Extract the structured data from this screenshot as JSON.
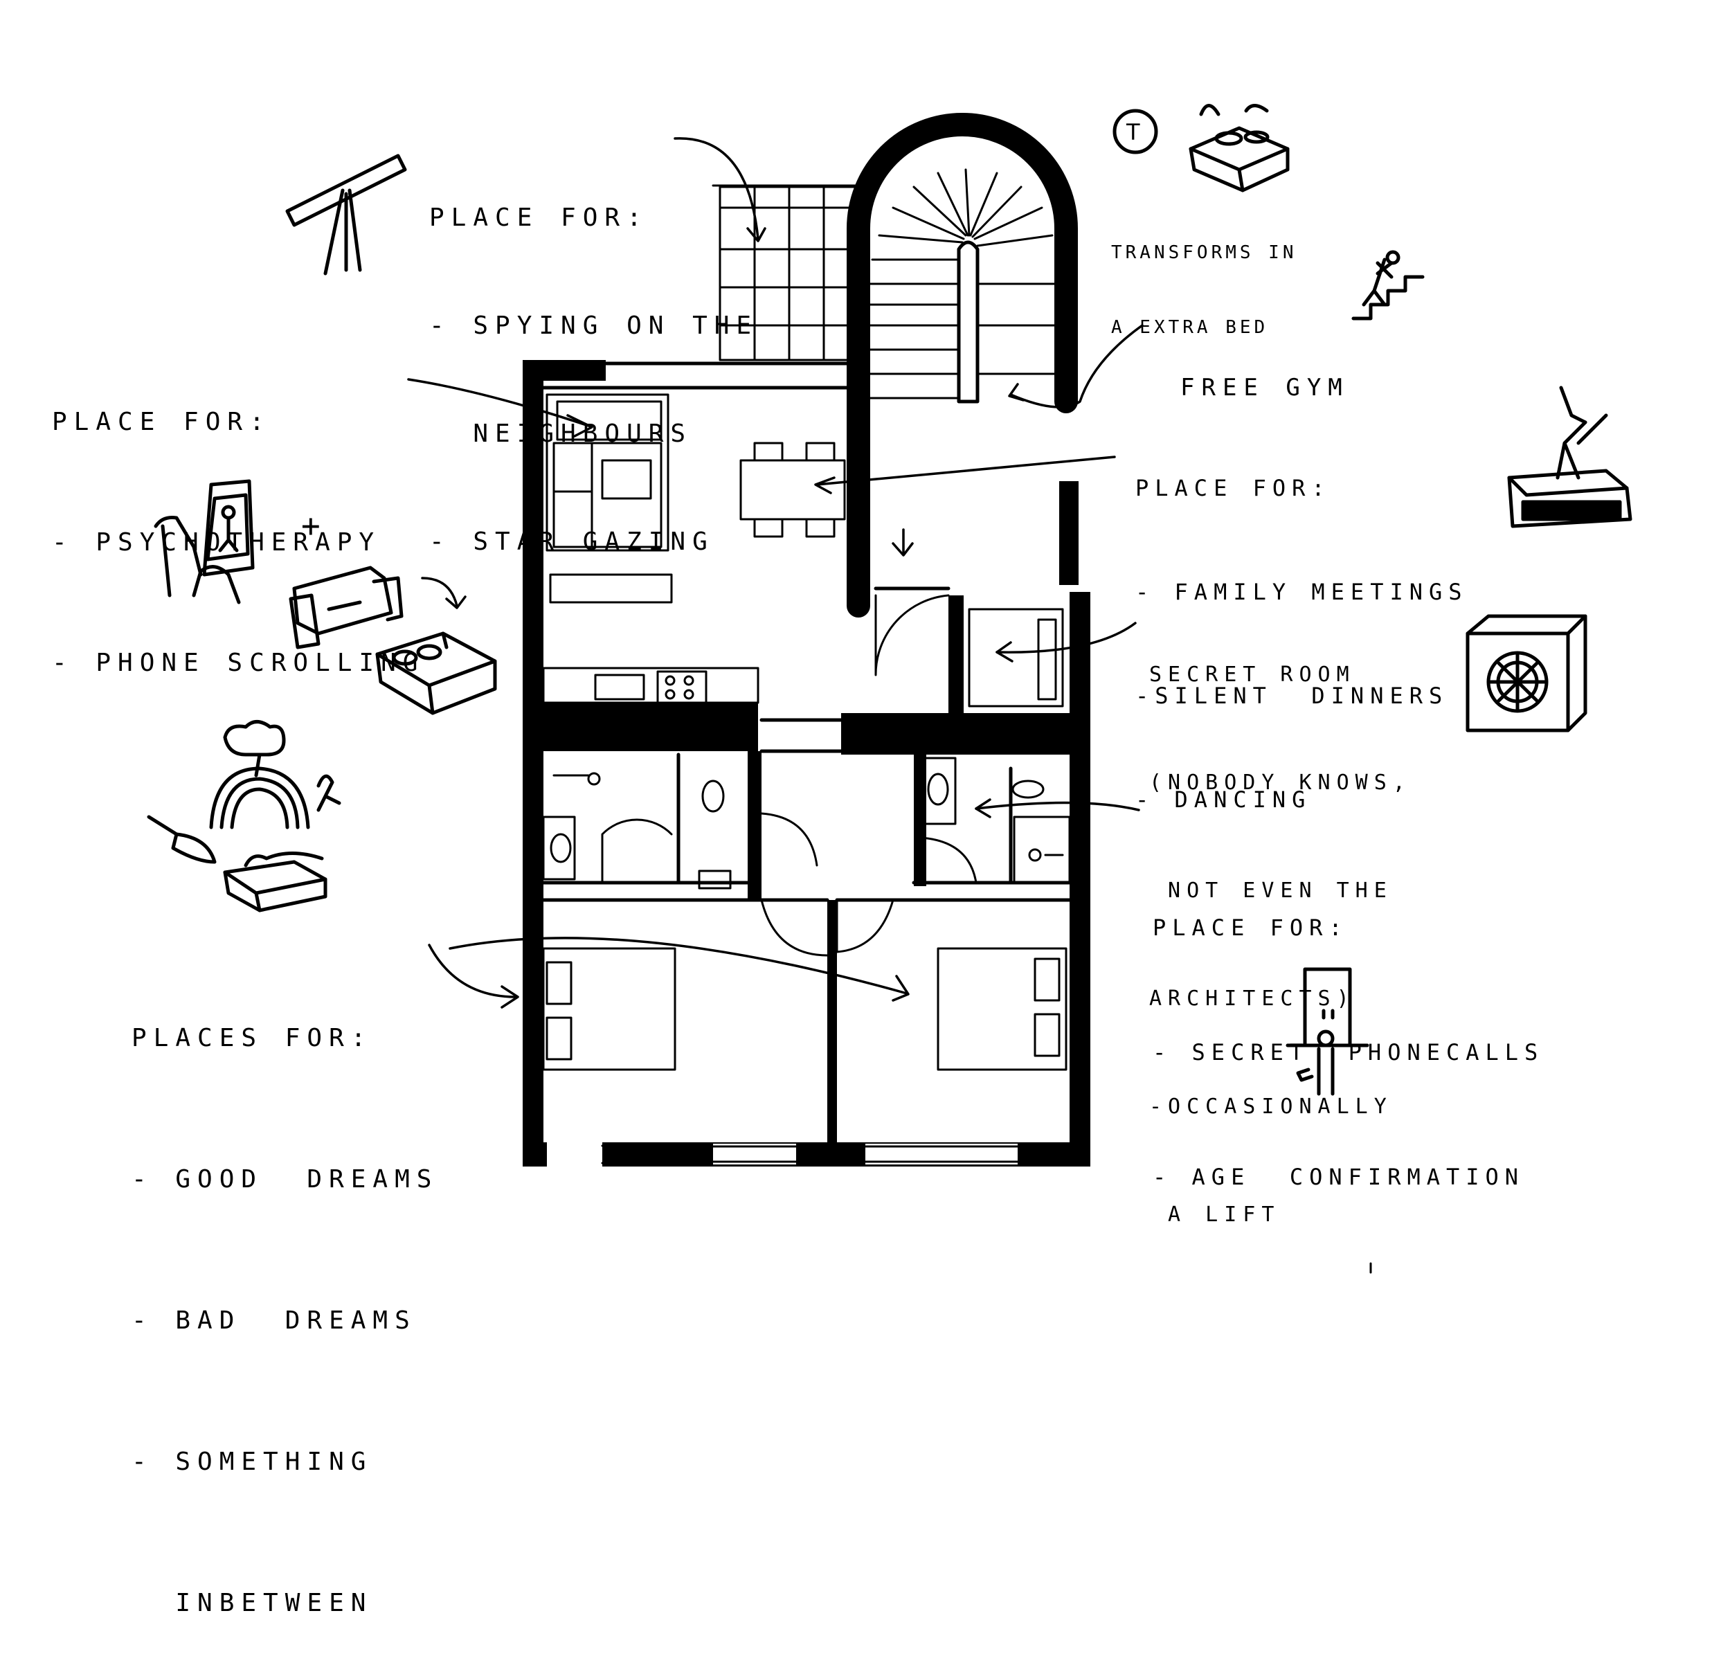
{
  "annotations": {
    "rooftop": [
      "PLACE FOR:",
      "- SPYING ON THE",
      "  NEIGHBOURS",
      "- STAR GAZING"
    ],
    "living": [
      "PLACE FOR:",
      "- PSYCHOTHERAPY",
      "- PHONE SCROLLING"
    ],
    "bed_transform": [
      "TRANSFORMS IN",
      "A EXTRA BED"
    ],
    "stairs": [
      "FREE GYM"
    ],
    "dining": [
      "PLACE FOR:",
      "- FAMILY MEETINGS",
      "-SILENT  DINNERS",
      "- DANCING"
    ],
    "secret_room": [
      "SECRET ROOM",
      "(NOBODY KNOWS,",
      " NOT EVEN THE",
      "ARCHITECTS)",
      "-OCCASIONALLY",
      " A LIFT"
    ],
    "bathroom": [
      "PLACE FOR:",
      "- SECRET  PHONECALLS",
      "- AGE  CONFIRMATION"
    ],
    "bedrooms": [
      "PLACES FOR:",
      "- GOOD  DREAMS",
      "- BAD  DREAMS",
      "- SOMETHING",
      "  INBETWEEN"
    ]
  },
  "icons": {
    "symbol_letter": "T",
    "plus": "+"
  },
  "colors": {
    "ink": "#000000",
    "paper": "#ffffff"
  }
}
